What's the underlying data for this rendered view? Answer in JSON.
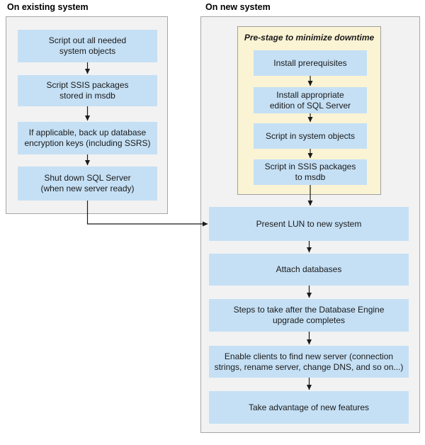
{
  "colors": {
    "step_fill": "#c5e0f5",
    "panel_fill": "#f2f2f2",
    "panel_border": "#a6a6a6",
    "prestage_fill": "#faf3d4",
    "prestage_border": "#9f9f9f",
    "arrow": "#1a1a1a",
    "text": "#1a1a1a"
  },
  "existing_system": {
    "header": "On existing system",
    "steps": [
      {
        "label": "Script out all needed\nsystem objects"
      },
      {
        "label": "Script SSIS packages\nstored in msdb"
      },
      {
        "label": "If applicable, back up database\nencryption keys (including SSRS)"
      },
      {
        "label": "Shut down SQL Server\n(when new server ready)"
      }
    ]
  },
  "new_system": {
    "header": "On new system",
    "prestage": {
      "title": "Pre-stage to minimize downtime",
      "steps": [
        {
          "label": "Install prerequisites"
        },
        {
          "label": "Install appropriate\nedition of SQL Server"
        },
        {
          "label": "Script in system objects"
        },
        {
          "label": "Script in SSIS packages\nto msdb"
        }
      ]
    },
    "steps": [
      {
        "label": "Present LUN to new system"
      },
      {
        "label": "Attach databases"
      },
      {
        "label": "Steps to take after the Database Engine\nupgrade completes"
      },
      {
        "label": "Enable clients to find new server (connection\nstrings, rename server, change DNS, and so on...)"
      },
      {
        "label": "Take advantage of new features"
      }
    ]
  }
}
